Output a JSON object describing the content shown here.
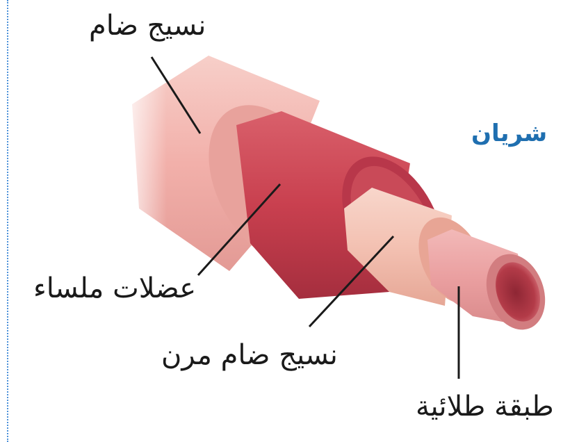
{
  "diagram": {
    "title": "شريان",
    "labels": {
      "connective_tissue": "نسيج ضام",
      "smooth_muscle": "عضلات ملساء",
      "elastic_connective_tissue": "نسيج ضام مرن",
      "epithelial_layer": "طبقة طلائية"
    }
  },
  "colors": {
    "title": "#1f6fb0",
    "outer_layer": "#f2b3ad",
    "muscle_layer": "#c9404f",
    "elastic_layer": "#f3c1b2",
    "inner_layer": "#ea9fa0",
    "lumen": "#b33b48"
  }
}
